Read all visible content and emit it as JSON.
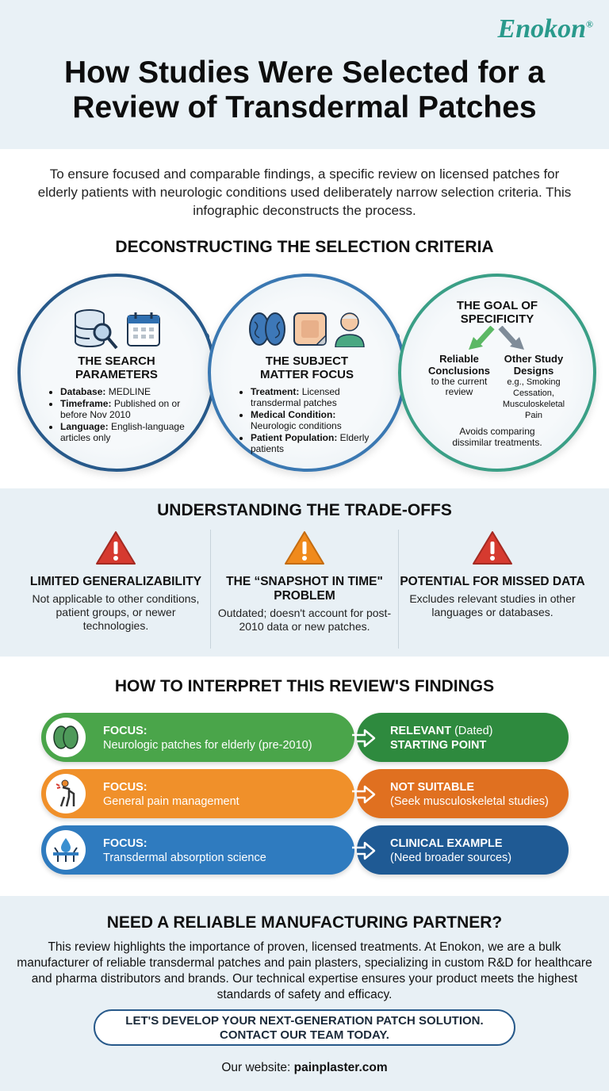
{
  "brand": {
    "logo": "Enokon",
    "reg": "®",
    "accent": "#2a9a8c"
  },
  "header": {
    "title_line1": "How Studies Were Selected for a",
    "title_line2": "Review of Transdermal Patches"
  },
  "intro": {
    "text": "To ensure focused and comparable findings, a specific review on licensed patches for elderly patients with neurologic conditions used deliberately narrow selection criteria. This infographic deconstructs the process."
  },
  "criteria": {
    "heading": "DECONSTRUCTING THE SELECTION CRITERIA",
    "search": {
      "title1": "THE SEARCH",
      "title2": "PARAMETERS",
      "icons": [
        "database-search-icon",
        "calendar-icon"
      ],
      "items": [
        {
          "label": "Database:",
          "value": " MEDLINE"
        },
        {
          "label": "Timeframe:",
          "value": " Published on or before Nov 2010"
        },
        {
          "label": "Language:",
          "value": " English-language articles only"
        }
      ]
    },
    "subject": {
      "title1": "THE SUBJECT",
      "title2": "MATTER FOCUS",
      "icons": [
        "brain-icon",
        "patch-icon",
        "elderly-person-icon"
      ],
      "items": [
        {
          "label": "Treatment:",
          "value": " Licensed transdermal patches"
        },
        {
          "label": "Medical Condition:",
          "value": " Neurologic conditions"
        },
        {
          "label": "Patient Population:",
          "value": " Elderly patients"
        }
      ]
    },
    "goal": {
      "title1": "THE GOAL OF",
      "title2": "SPECIFICITY",
      "left_title": "Reliable Conclusions",
      "left_sub": "to the current review",
      "right_title": "Other Study Designs",
      "right_sub": "e.g., Smoking Cessation, Musculoskeletal Pain",
      "footer": "Avoids comparing dissimilar treatments."
    }
  },
  "tradeoffs": {
    "heading": "UNDERSTANDING THE TRADE-OFFS",
    "items": [
      {
        "title": "LIMITED GENERALIZABILITY",
        "text": "Not applicable to other conditions, patient groups, or newer technologies.",
        "color": "#d63a2f"
      },
      {
        "title": "THE “SNAPSHOT IN TIME\" PROBLEM",
        "text": "Outdated; doesn't account for post-2010 data or new patches.",
        "color": "#f08a1c"
      },
      {
        "title": "POTENTIAL FOR MISSED DATA",
        "text": "Excludes relevant studies in other languages or databases.",
        "color": "#d63a2f"
      }
    ]
  },
  "interpret": {
    "heading": "HOW TO INTERPRET THIS REVIEW'S FINDINGS",
    "rows": [
      {
        "focus": "FOCUS:",
        "desc": "Neurologic patches for elderly (pre-2010)",
        "result_bold": "RELEVANT",
        "result_rest": " (Dated)",
        "result_line2": "STARTING POINT",
        "icon": "brain-icon",
        "color": "#4aa54a",
        "dark": "#2e8a3e"
      },
      {
        "focus": "FOCUS:",
        "desc": "General pain management",
        "result_bold": "NOT SUITABLE",
        "result_rest": "",
        "result_line2": "(Seek musculoskeletal studies)",
        "icon": "back-pain-person-icon",
        "color": "#f0902a",
        "dark": "#e07020"
      },
      {
        "focus": "FOCUS:",
        "desc": "Transdermal absorption science",
        "result_bold": "CLINICAL EXAMPLE",
        "result_rest": "",
        "result_line2": "(Need broader sources)",
        "icon": "skin-absorption-icon",
        "color": "#2f7bbf",
        "dark": "#1f5a94"
      }
    ]
  },
  "cta": {
    "heading": "NEED A RELIABLE MANUFACTURING PARTNER?",
    "text": "This review highlights the importance of proven, licensed treatments. At Enokon, we are a bulk manufacturer of reliable transdermal patches and pain plasters, specializing in custom R&D for healthcare and pharma distributors and brands. Our technical expertise ensures your product meets the highest standards of safety and efficacy.",
    "button_line1": "LET'S DEVELOP YOUR NEXT-GENERATION PATCH SOLUTION.",
    "button_line2": "CONTACT OUR TEAM TODAY.",
    "website_label": "Our website: ",
    "website": "painplaster.com"
  }
}
